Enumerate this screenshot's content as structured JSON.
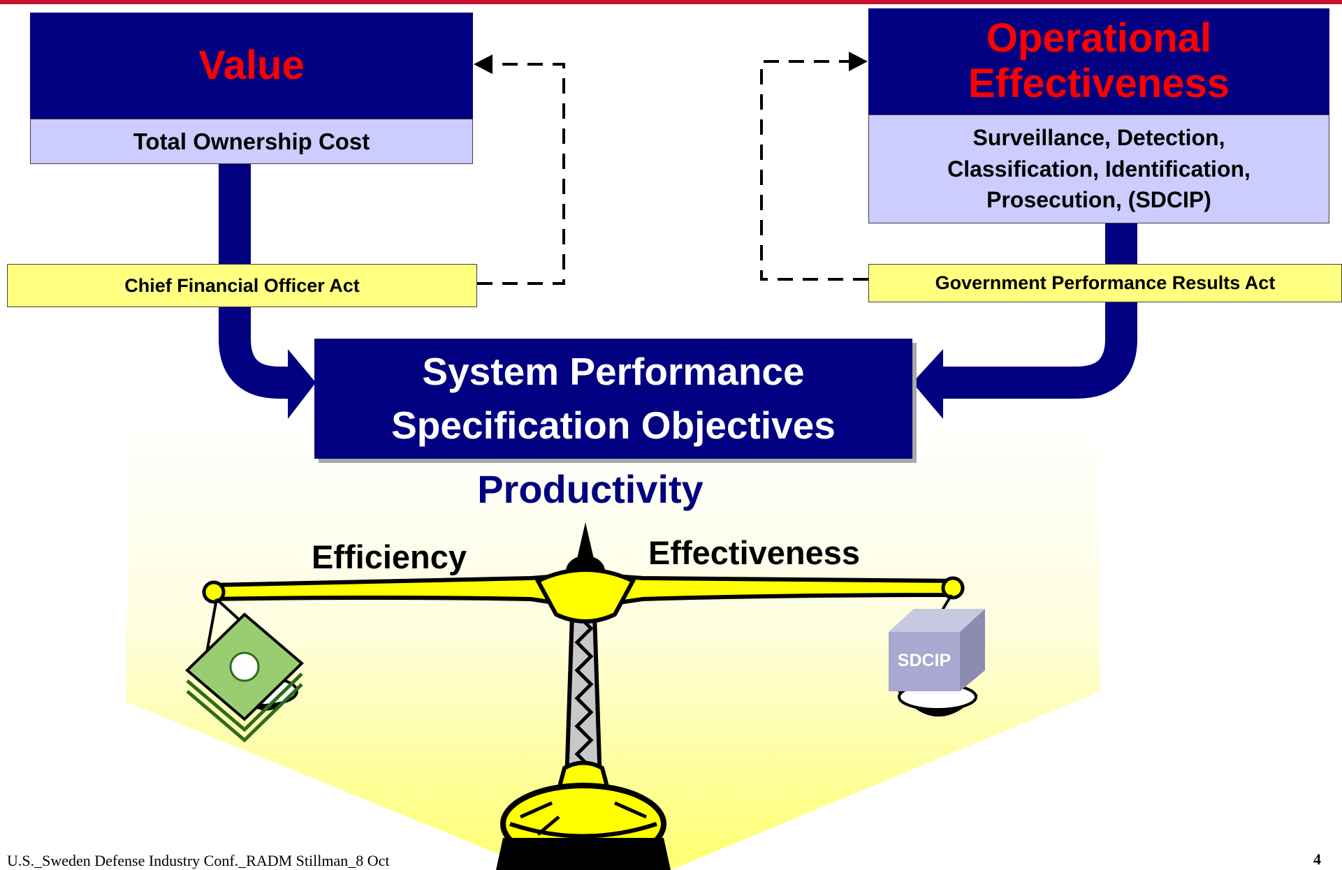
{
  "value_box": {
    "title": "Value",
    "subtitle": "Total Ownership Cost"
  },
  "opeff_box": {
    "title_line1": "Operational",
    "title_line2": "Effectiveness",
    "subtitle_line1": "Surveillance, Detection,",
    "subtitle_line2": "Classification, Identification,",
    "subtitle_line3": "Prosecution, (SDCIP)"
  },
  "cfo_act": "Chief Financial Officer Act",
  "gpra_act": "Government Performance Results Act",
  "objectives": {
    "line1": "System Performance",
    "line2": "Specification Objectives"
  },
  "productivity": "Productivity",
  "efficiency": "Efficiency",
  "effectiveness": "Effectiveness",
  "weight_label": "SDCIP",
  "footer": {
    "left": "U.S._Sweden Defense Industry Conf._RADM Stillman_8 Oct",
    "page": "4"
  },
  "colors": {
    "header_bg": "#000080",
    "header_text": "#ff0000",
    "subtitle_bg": "#ccccff",
    "act_bg": "#ffff80",
    "beam": "#ffff00",
    "accent_bar": "#c8102e"
  },
  "icons": [
    "money-stack-icon",
    "weight-block-icon",
    "balance-scale-icon"
  ]
}
